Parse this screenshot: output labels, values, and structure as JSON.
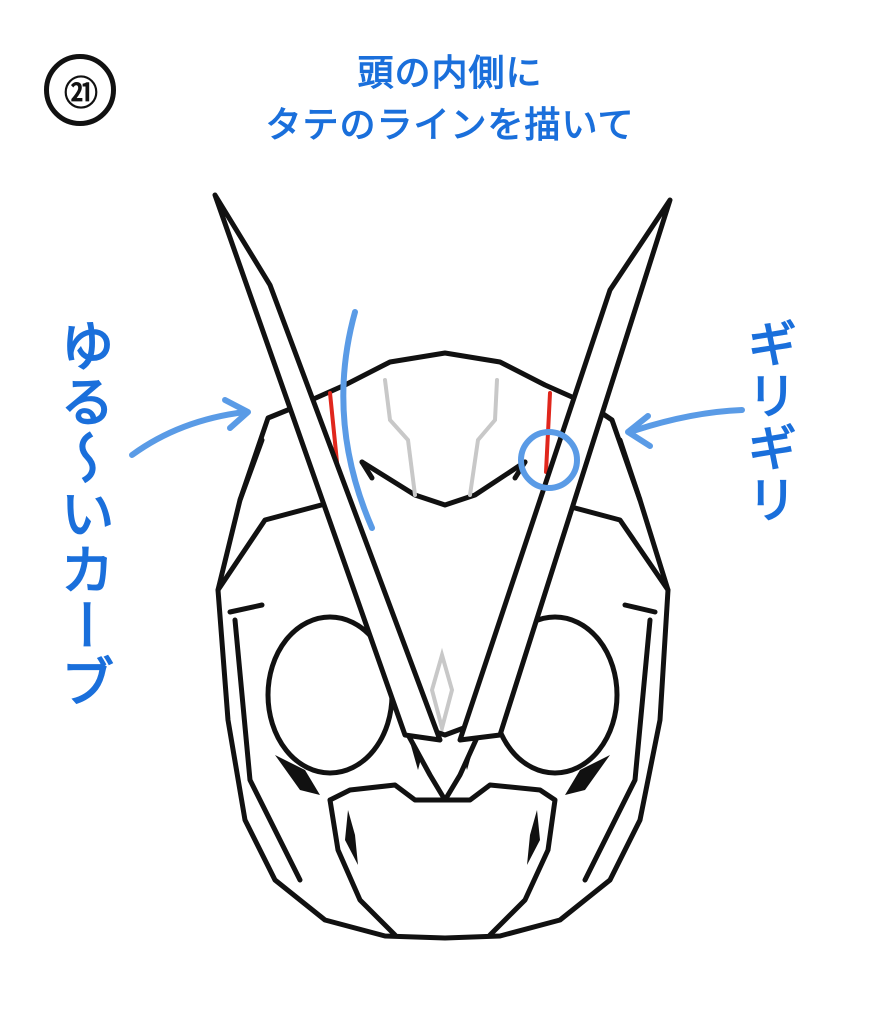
{
  "step": {
    "number": "㉑"
  },
  "title": {
    "line1": "頭の内側に",
    "line2": "タテのラインを描いて"
  },
  "notes": {
    "left": "ゆる〜いカーブ",
    "right": "ギリギリ"
  },
  "colors": {
    "note": "#1a6fdb",
    "guide": "#5a9be6",
    "highlight": "#e0261c",
    "ink": "#111111",
    "sketch": "#c8c8c8"
  }
}
